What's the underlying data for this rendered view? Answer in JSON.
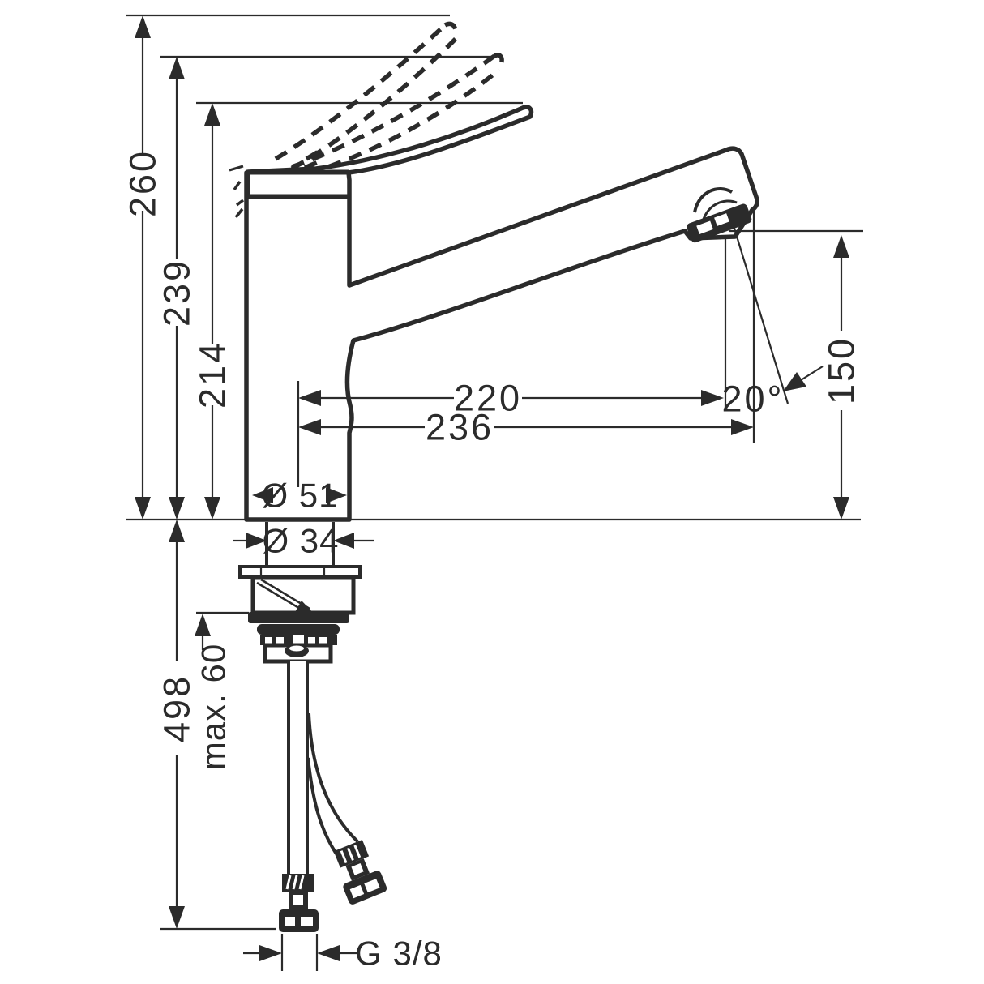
{
  "drawing": {
    "kind": "faucet-installation-dimension-drawing",
    "units_implied": "mm",
    "dims": {
      "overall_height": "260",
      "height_handle_mid": "239",
      "height_handle_closed": "214",
      "reach_to_aerator": "220",
      "reach_overall": "236",
      "base_diameter": "Ø 51",
      "shank_diameter": "Ø 34",
      "aerator_height": "150",
      "spray_angle": "20°",
      "hose_length_below": "498",
      "max_mounting_thickness": "max. 60",
      "connection_thread": "G 3/8"
    },
    "ink_color": "#2b2b2b",
    "background_color": "#ffffff"
  }
}
